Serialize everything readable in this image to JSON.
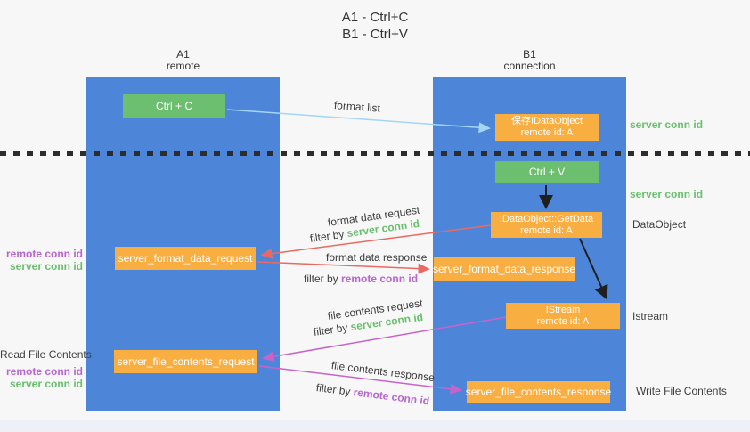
{
  "title": {
    "line1": "A1 - Ctrl+C",
    "line2": "B1 - Ctrl+V"
  },
  "columns": {
    "left": {
      "header_line1": "A1",
      "header_line2": "remote"
    },
    "right": {
      "header_line1": "B1",
      "header_line2": "connection"
    }
  },
  "nodes": {
    "ctrl_c": "Ctrl + C",
    "ctrl_v": "Ctrl + V",
    "save_idataobject": {
      "line1": "保存IDataObject",
      "line2": "remote id: A"
    },
    "getdata": {
      "line1": "IDataObject::GetData",
      "line2": "remote id: A"
    },
    "istream": {
      "line1": "IStream",
      "line2": "remote id: A"
    },
    "format_request": "server_format_data_request",
    "format_response": "server_format_data_response",
    "file_request": "server_file_contents_request",
    "file_response": "server_file_contents_response"
  },
  "labels": {
    "format_list": "format list",
    "format_data_request": "format data request",
    "format_data_response": "format data response",
    "file_contents_request": "file contents request",
    "file_contents_response": "file contents response",
    "filter_by": "filter by ",
    "server_conn_id": "server conn id",
    "remote_conn_id": "remote conn id"
  },
  "side_labels": {
    "server_conn_id_top": "server conn id",
    "server_conn_id_mid": "server conn id",
    "dataobject": "DataObject",
    "istream": "Istream",
    "write_file_contents": "Write File Contents",
    "read_file_contents": "Read File Contents",
    "remote_conn_id_left1": "remote conn id",
    "server_conn_id_left1": "server conn id",
    "remote_conn_id_left2": "remote conn id",
    "server_conn_id_left2": "server conn id"
  },
  "colors": {
    "column_blue": "#4d86d9",
    "green_box": "#6dbf70",
    "orange_box": "#f9ae42",
    "arrow_blue": "#a5d5f2",
    "arrow_red": "#e96a62",
    "arrow_magenta": "#c763c9",
    "arrow_black": "#1f1f1f",
    "text_green": "#6abf6d",
    "text_purple": "#b766cf",
    "text_dark": "#3c3c3c"
  }
}
